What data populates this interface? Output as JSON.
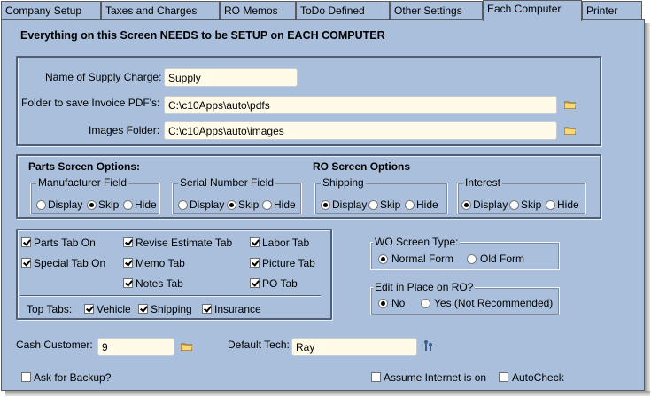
{
  "tabs": [
    {
      "label": "Company Setup"
    },
    {
      "label": "Taxes and Charges"
    },
    {
      "label": "RO Memos"
    },
    {
      "label": "ToDo Defined"
    },
    {
      "label": "Other Settings"
    },
    {
      "label": "Each Computer"
    },
    {
      "label": "Printer"
    }
  ],
  "active_tab": "Each Computer",
  "heading": "Everything on this Screen NEEDS to be SETUP on EACH COMPUTER",
  "paths": {
    "supply_label": "Name of Supply Charge:",
    "supply_value": "Supply",
    "pdf_label": "Folder to save Invoice PDF's:",
    "pdf_value": "C:\\c10Apps\\auto\\pdfs",
    "images_label": "Images Folder:",
    "images_value": "C:\\c10Apps\\auto\\images"
  },
  "parts_options": {
    "title": "Parts Screen Options:",
    "manufacturer": {
      "title": "Manufacturer Field",
      "options": [
        "Display",
        "Skip",
        "Hide"
      ],
      "selected": "Skip"
    },
    "serial": {
      "title": "Serial Number Field",
      "options": [
        "Display",
        "Skip",
        "Hide"
      ],
      "selected": "Skip"
    }
  },
  "ro_options": {
    "title": "RO Screen Options",
    "shipping": {
      "title": "Shipping",
      "options": [
        "Display",
        "Skip",
        "Hide"
      ],
      "selected": "Display"
    },
    "interest": {
      "title": "Interest",
      "options": [
        "Display",
        "Skip",
        "Hide"
      ],
      "selected": "Display"
    }
  },
  "tab_toggles": [
    {
      "label": "Parts Tab On",
      "checked": true
    },
    {
      "label": "Revise Estimate Tab",
      "checked": true
    },
    {
      "label": "Labor Tab",
      "checked": true
    },
    {
      "label": "Special Tab On",
      "checked": true
    },
    {
      "label": "Memo Tab",
      "checked": true
    },
    {
      "label": "Picture Tab",
      "checked": true
    },
    {
      "label": "Notes Tab",
      "checked": true
    },
    {
      "label": "PO Tab",
      "checked": true
    }
  ],
  "top_tabs": {
    "label": "Top Tabs:",
    "items": [
      {
        "label": "Vehicle",
        "checked": true
      },
      {
        "label": "Shipping",
        "checked": true
      },
      {
        "label": "Insurance",
        "checked": true
      }
    ]
  },
  "wo_type": {
    "title": "WO Screen Type:",
    "options": [
      "Normal Form",
      "Old Form"
    ],
    "selected": "Normal Form"
  },
  "edit_in_place": {
    "title": "Edit in Place on RO?",
    "options": [
      "No",
      "Yes (Not Recommended)"
    ],
    "selected": "No"
  },
  "cash_customer": {
    "label": "Cash Customer:",
    "value": "9"
  },
  "default_tech": {
    "label": "Default Tech:",
    "value": "Ray"
  },
  "bottom_checks": [
    {
      "label": "Ask for Backup?",
      "checked": false
    },
    {
      "label": "Assume Internet is on",
      "checked": false
    },
    {
      "label": "AutoCheck",
      "checked": false
    }
  ],
  "colors": {
    "panel": "#a9bfdb",
    "input_bg": "#fffbe8",
    "border": "#4f5f78"
  }
}
